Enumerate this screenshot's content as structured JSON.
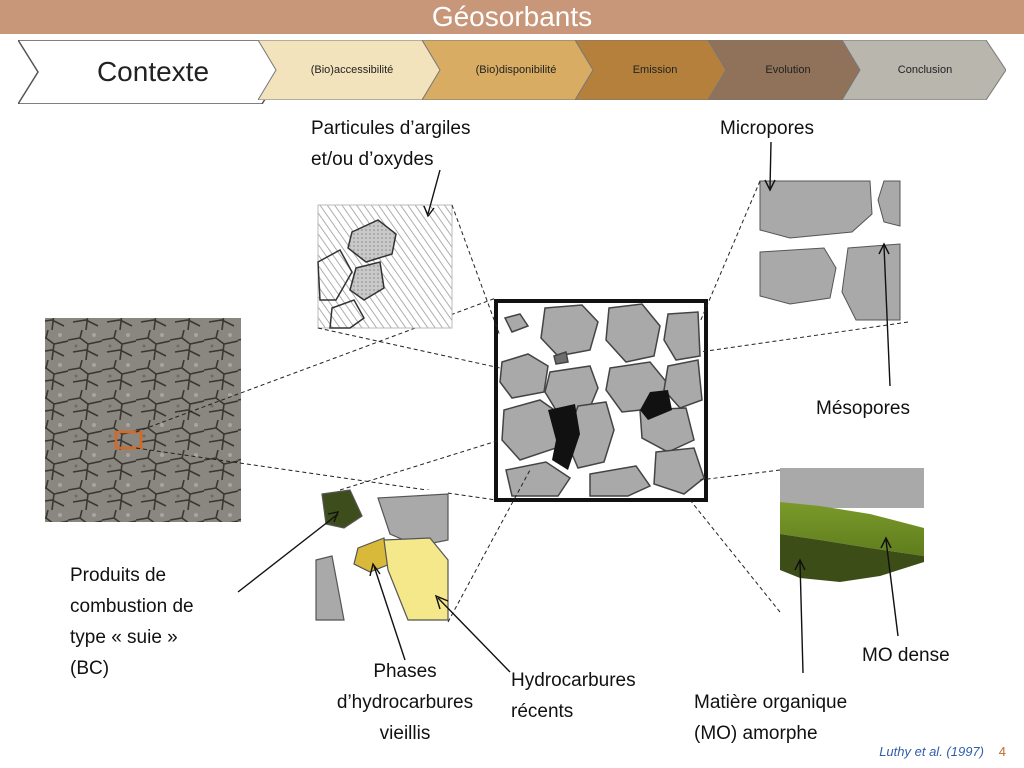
{
  "header": {
    "title": "Géosorbants"
  },
  "nav": {
    "tabs": [
      {
        "label": "Contexte"
      },
      {
        "label": "(Bio)accessibilité"
      },
      {
        "label": "(Bio)disponibilité"
      },
      {
        "label": "Emission"
      },
      {
        "label": "Evolution"
      },
      {
        "label": "Conclusion"
      }
    ],
    "colors": [
      "#ffffff",
      "#f3e3bd",
      "#d9ac63",
      "#b5803c",
      "#8f7259",
      "#b9b6ae"
    ]
  },
  "labels": {
    "argiles": [
      "Particules d’argiles",
      "et/ou d’oxydes"
    ],
    "micropores": "Micropores",
    "mesopores": "Mésopores",
    "suie": [
      "Produits de",
      "combustion de",
      "type « suie »",
      "(BC)"
    ],
    "phases": [
      "Phases",
      "d’hydrocarbures",
      "vieillis"
    ],
    "recents": [
      "Hydrocarbures",
      "récents"
    ],
    "mo_dense": "MO dense",
    "mo_amorphe": [
      "Matière organique",
      "(MO) amorphe"
    ]
  },
  "footer": {
    "citation": "Luthy et al. (1997)",
    "page": "4"
  }
}
